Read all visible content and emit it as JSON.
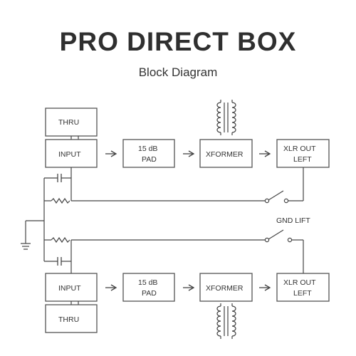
{
  "title": "PRO DIRECT BOX",
  "subtitle": "Block Diagram",
  "colors": {
    "line": "#444444",
    "box_stroke": "#555555",
    "text": "#333333"
  },
  "left": {
    "thru": "THRU",
    "input": "INPUT",
    "pad": [
      "15 dB",
      "PAD"
    ],
    "xformer": "XFORMER",
    "out": [
      "XLR OUT",
      "LEFT"
    ]
  },
  "right": {
    "thru": "THRU",
    "input": "INPUT",
    "pad": [
      "15 dB",
      "PAD"
    ],
    "xformer": "XFORMER",
    "out": [
      "XLR OUT",
      "LEFT"
    ]
  },
  "gnd_lift": "GND LIFT",
  "icons": [
    "transformer-icon",
    "capacitor-icon",
    "resistor-icon",
    "switch-icon",
    "ground-icon",
    "arrow-icon"
  ]
}
